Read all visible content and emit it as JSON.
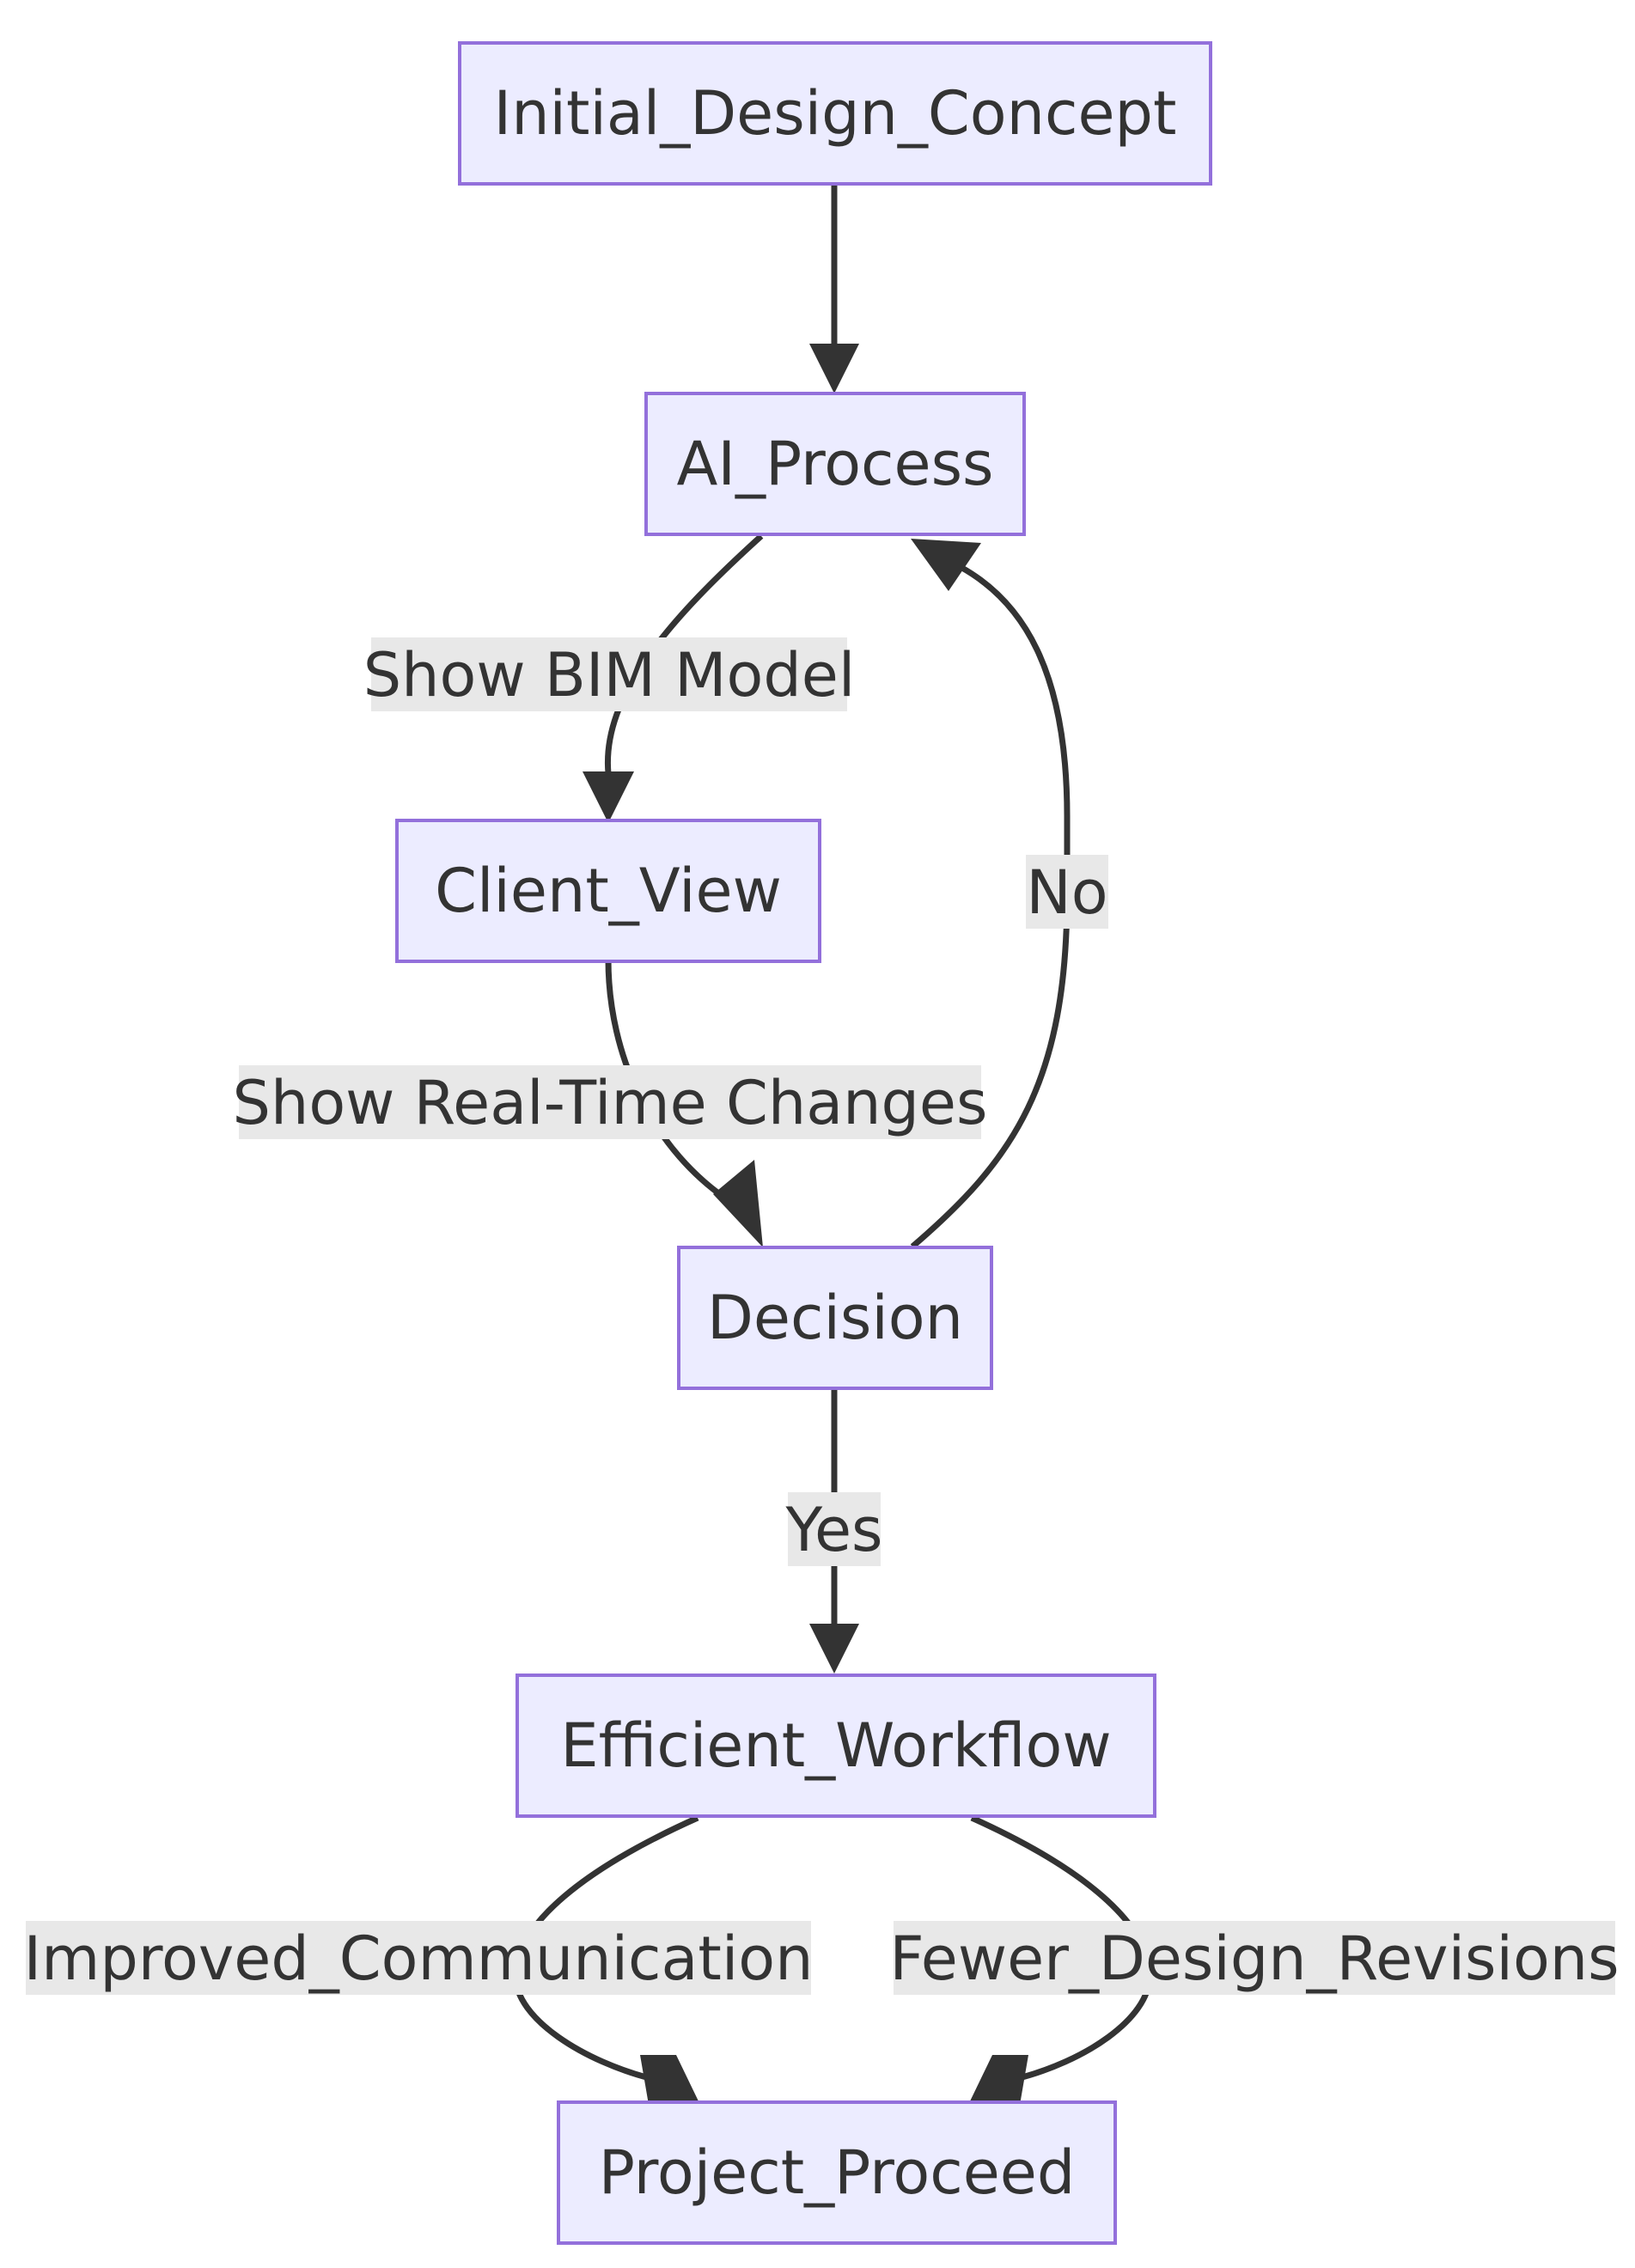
{
  "diagram": {
    "type": "flowchart",
    "direction": "top-down",
    "nodes": {
      "initial": "Initial_Design_Concept",
      "ai": "AI_Process",
      "client": "Client_View",
      "decision": "Decision",
      "efficient": "Efficient_Workflow",
      "proceed": "Project_Proceed"
    },
    "edges": [
      {
        "from": "Initial_Design_Concept",
        "to": "AI_Process",
        "label": ""
      },
      {
        "from": "AI_Process",
        "to": "Client_View",
        "label": "Show BIM Model"
      },
      {
        "from": "Client_View",
        "to": "Decision",
        "label": "Show Real-Time Changes"
      },
      {
        "from": "Decision",
        "to": "AI_Process",
        "label": "No"
      },
      {
        "from": "Decision",
        "to": "Efficient_Workflow",
        "label": "Yes"
      },
      {
        "from": "Efficient_Workflow",
        "to": "Project_Proceed",
        "label": "Improved_Communication"
      },
      {
        "from": "Efficient_Workflow",
        "to": "Project_Proceed",
        "label": "Fewer_Design_Revisions"
      }
    ],
    "labels": {
      "show_bim": "Show BIM Model",
      "show_changes": "Show Real-Time Changes",
      "no": "No",
      "yes": "Yes",
      "improved": "Improved_Communication",
      "fewer": "Fewer_Design_Revisions"
    },
    "colors": {
      "node_fill": "#ececff",
      "node_stroke": "#9370db",
      "edge": "#333333",
      "label_bg": "#e8e8e8",
      "text": "#333333"
    }
  }
}
